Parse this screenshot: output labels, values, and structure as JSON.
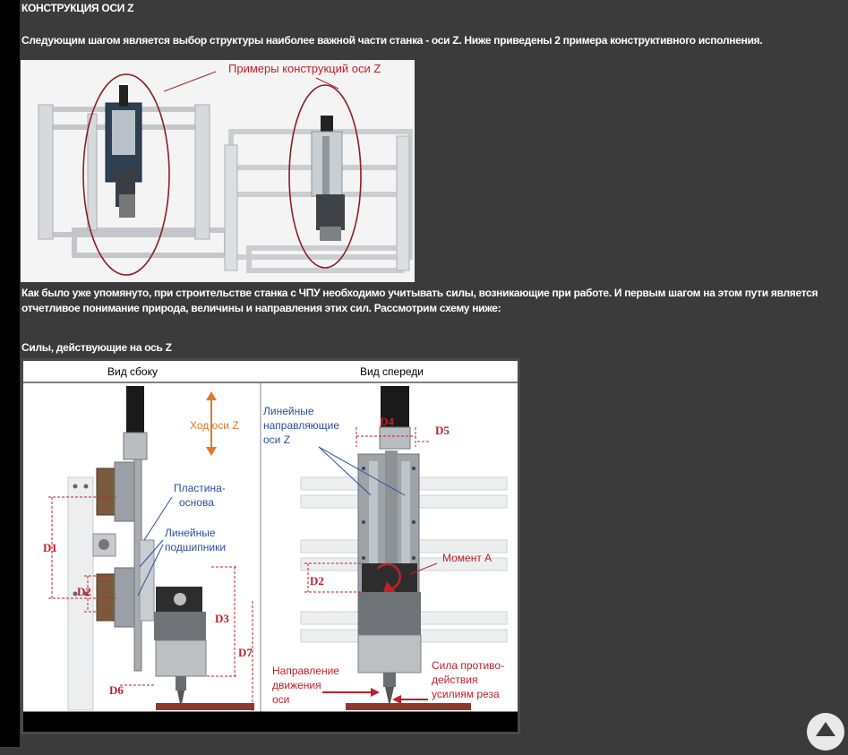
{
  "heading": "КОНСТРУКЦИЯ ОСИ Z",
  "intro": "Следующим шагом является выбор структуры наиболее важной части станка - оси Z. Ниже приведены 2 примера конструктивного исполнения.",
  "figure1": {
    "caption": "Примеры конструкций оси Z"
  },
  "paragraph2": "Как было уже упомянуто, при строительстве станка с ЧПУ необходимо учитывать силы, возникающие при работе. И первым шагом на этом пути является отчетливое понимание природа, величины и направления этих сил. Рассмотрим схему ниже:",
  "heading2": "Силы, действующие на ось Z",
  "figure2": {
    "side_title": "Вид сбоку",
    "front_title": "Вид спереди",
    "travel": "Ход оси Z",
    "base_plate_1": "Пластина-",
    "base_plate_2": "основа",
    "bearings_1": "Линейные",
    "bearings_2": "подшипники",
    "guides_1": "Линейные",
    "guides_2": "направляющие",
    "guides_3": "оси Z",
    "moment": "Момент А",
    "dir_1": "Направление",
    "dir_2": "движения",
    "dir_3": "оси",
    "force_1": "Сила противо-",
    "force_2": "действия",
    "force_3": "усилиям реза",
    "d1": "D1",
    "d2": "D2",
    "d3": "D3",
    "d4": "D4",
    "d5": "D5",
    "d6": "D6",
    "d7": "D7",
    "d2_front": "D2"
  },
  "colors": {
    "background": "#3b3b3b",
    "accent_red": "#c0202a",
    "accent_blue": "#2a4f9c",
    "accent_orange": "#e07a2a"
  },
  "icons": {
    "scroll_top": "chevron-up-icon"
  }
}
